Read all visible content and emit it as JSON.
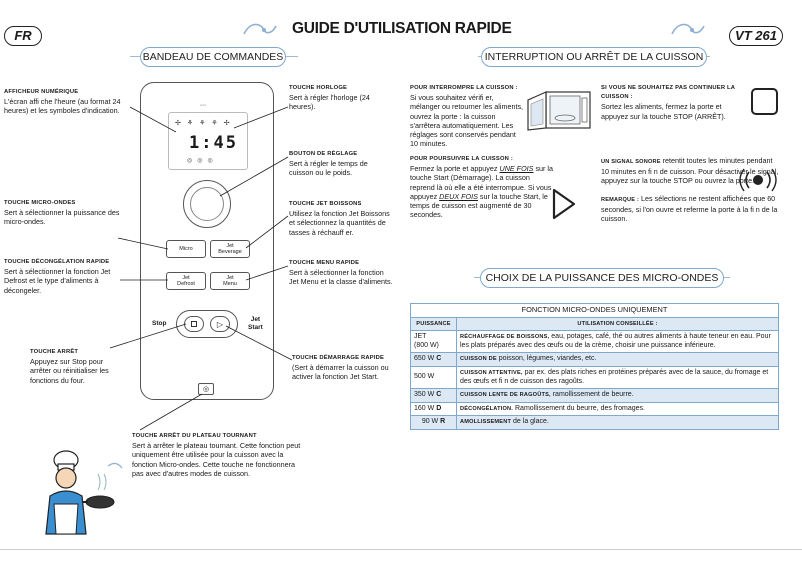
{
  "header": {
    "lang_badge": "FR",
    "title": "GUIDE D'UTILISATION RAPIDE",
    "model_badge": "VT 261"
  },
  "sections": {
    "controls": "BANDEAU DE COMMANDES",
    "interrupt": "INTERRUPTION OU ARRÊT DE LA CUISSON",
    "power": "CHOIX DE LA PUISSANCE DES MICRO-ONDES"
  },
  "left_labels": [
    {
      "head": "Afficheur numérique",
      "text": "L'écran affi che l'heure (au format 24 heures) et les symboles d'indication."
    },
    {
      "head": "Touche Micro-ondes",
      "text": "Sert à sélectionner la puissance des micro-ondes."
    },
    {
      "head": "Touche Décongélation rapide",
      "text": "Sert à sélectionner la fonction Jet Defrost et le type d'aliments à décongeler."
    },
    {
      "head": "Touche Arrêt",
      "text": "Appuyez sur Stop pour arrêter ou réinitialiser les fonctions du four."
    }
  ],
  "right_labels": [
    {
      "head": "Touche horloge",
      "text": "Sert à régler l'horloge (24 heures)."
    },
    {
      "head": "Bouton de réglage",
      "text": "Sert à régler le temps de cuisson ou le poids."
    },
    {
      "head": "Touche Jet Boissons",
      "text": "Utilisez la fonction Jet Boissons et sélectionnez la quantités de tasses à réchauff er."
    },
    {
      "head": "Touche Menu rapide",
      "text": "Sert à sélectionner la fonction Jet Menu et la classe d'aliments."
    },
    {
      "head": "Touche Démarrage rapide",
      "text": "(Sert à démarrer la cuisson ou activer la fonction Jet Start."
    }
  ],
  "bottom_label": {
    "head": "Touche Arrêt du plateau tournant",
    "text": "Sert à arrêter le plateau tournant. Cette fonction peut uniquement être utilisée pour la cuisson avec la fonction Micro-ondes. Cette touche ne fonctionnera pas avec d'autres modes de cuisson."
  },
  "panel": {
    "display": "1:45",
    "btn_micro": "Micro",
    "btn_beverage_1": "Jet",
    "btn_beverage_2": "Beverage",
    "btn_defrost_1": "Jet",
    "btn_defrost_2": "Defrost",
    "btn_menu_1": "Jet",
    "btn_menu_2": "Menu",
    "stop_label": "Stop",
    "start_label_1": "Jet",
    "start_label_2": "Start"
  },
  "interrupt": {
    "block1": {
      "head": "Pour interrompre la cuisson :",
      "text": "Si vous souhaitez vérifi er, mélanger ou retourner les aliments, ouvrez la porte : la cuisson s'arrêtera automatiquement. Les réglages sont conservés pendant 10 minutes."
    },
    "block2": {
      "head": "Pour poursuivre la cuisson :",
      "text1": "Fermez la porte et appuyez ",
      "em1": "UNE FOIS",
      "text2": " sur la touche Start (Démarrage). La cuisson reprend là où elle a été interrompue. Si vous appuyez ",
      "em2": "DEUX FOIS",
      "text3": " sur la touche Start, le temps de cuisson est augmenté de 30 secondes."
    },
    "block3": {
      "head": "Si vous ne souhaitez pas continuer la cuisson :",
      "text": "Sortez les aliments, fermez la porte et appuyez sur la touche STOP (ARRÊT)."
    },
    "block4": {
      "head": "Un signal sonore",
      "text": " retentit toutes les minutes pendant 10 minutes en fi n de cuisson. Pour désactiver le signal, appuyez sur la touche STOP ou ouvrez la porte."
    },
    "block5": {
      "head": "Remarque :",
      "text": " Les sélections ne restent affichées que 60 secondes, si l'on ouvre et referme la porte à la fi n de la cuisson."
    }
  },
  "table": {
    "title": "FONCTION MICRO-ONDES UNIQUEMENT",
    "col1": "Puissance",
    "col2": "Utilisation conseillée :",
    "rows": [
      {
        "power": "JET",
        "power2": "(800 W)",
        "mark": "",
        "head": "Réchauffage de boissons,",
        "text": " eau, potages, café, thé ou autres aliments à haute teneur en eau. Pour les plats préparés avec des œufs ou de la crème, choisir une puissance inférieure.",
        "shaded": false
      },
      {
        "power": "650 W",
        "power2": "",
        "mark": "C",
        "head": "Cuisson de",
        "text": " poisson, légumes, viandes, etc.",
        "shaded": true
      },
      {
        "power": "500 W",
        "power2": "",
        "mark": "",
        "head": "Cuisson attentive,",
        "text": " par ex. des plats riches en protéines préparés avec de la sauce, du fromage et des œufs et fi n de cuisson des ragoûts.",
        "shaded": false
      },
      {
        "power": "350 W",
        "power2": "",
        "mark": "C",
        "head": "Cuisson lente de ragoûts,",
        "text": " ramollissement de beurre.",
        "shaded": true
      },
      {
        "power": "160 W",
        "power2": "",
        "mark": "D",
        "head": "Décongélation.",
        "text": " Ramollissement du beurre, des fromages.",
        "shaded": false
      },
      {
        "power": "90 W",
        "power2": "",
        "mark": "R",
        "head": "Amollissement",
        "text": " de la glace.",
        "shaded": true
      }
    ]
  },
  "colors": {
    "accent": "#7fa8cc",
    "table_shade": "#dce9f5",
    "text": "#1a1a1a"
  }
}
